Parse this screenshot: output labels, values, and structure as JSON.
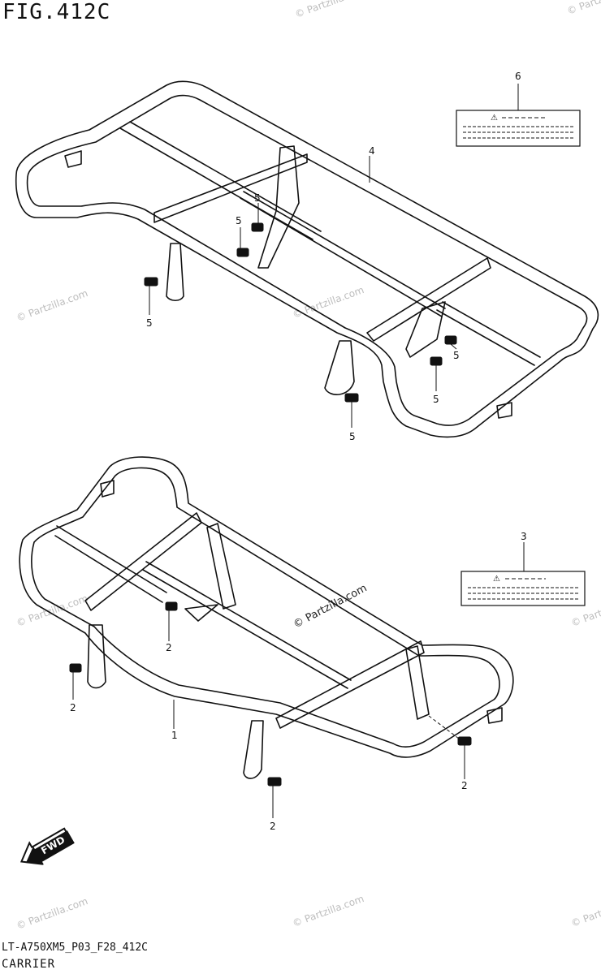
{
  "header": {
    "figure_title": "FIG.412C"
  },
  "footer": {
    "diagram_code": "LT-A750XM5_P03_F28_412C",
    "section_name": "CARRIER"
  },
  "callouts": {
    "c1": "1",
    "c2a": "2",
    "c2b": "2",
    "c2c": "2",
    "c2d": "2",
    "c3": "3",
    "c4": "4",
    "c5a": "5",
    "c5b": "5",
    "c5c": "5",
    "c5d": "5",
    "c5e": "5",
    "c5f": "5",
    "c6": "6"
  },
  "fwd_arrow": {
    "label": "FWD"
  },
  "watermark": {
    "text": "© Partzilla.com"
  },
  "colors": {
    "line": "#111111",
    "watermark": "#bdbdbd",
    "background": "#ffffff"
  }
}
